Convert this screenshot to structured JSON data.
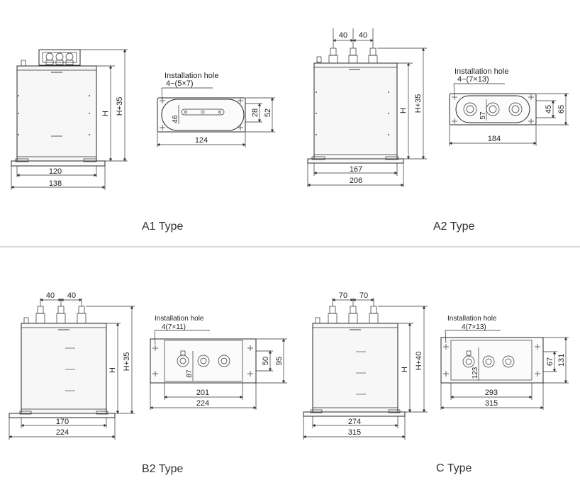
{
  "panels": {
    "a1": {
      "caption": "A1 Type",
      "dim_width_inner": "120",
      "dim_width_outer": "138",
      "dim_height": "H",
      "dim_height_total": "H+35",
      "hole_title": "Installation hole",
      "hole_spec": "4−(5×7)",
      "plate_length": "124",
      "plate_slot": "46",
      "plate_h1": "28",
      "plate_h2": "52"
    },
    "a2": {
      "caption": "A2 Type",
      "pitch1": "40",
      "pitch2": "40",
      "dim_width_inner": "167",
      "dim_width_outer": "206",
      "dim_height": "H",
      "dim_height_total": "H+35",
      "hole_title": "Installation hole",
      "hole_spec": "4−(7×13)",
      "plate_length": "184",
      "plate_inner": "57",
      "plate_h1": "45",
      "plate_h2": "65"
    },
    "b2": {
      "caption": "B2 Type",
      "pitch1": "40",
      "pitch2": "40",
      "dim_width_inner": "170",
      "dim_width_outer": "224",
      "dim_height": "H",
      "dim_height_total": "H+35",
      "hole_title": "Installation hole",
      "hole_spec": "4(7×11)",
      "plate_inner_w": "201",
      "plate_outer_w": "224",
      "plate_inner": "87",
      "plate_h1": "50",
      "plate_h2": "95"
    },
    "c": {
      "caption": "C Type",
      "pitch1": "70",
      "pitch2": "70",
      "dim_width_inner": "274",
      "dim_width_outer": "315",
      "dim_height": "H",
      "dim_height_total": "H+40",
      "hole_title": "Installation hole",
      "hole_spec": "4(7×13)",
      "plate_inner_w": "293",
      "plate_outer_w": "315",
      "plate_inner": "123",
      "plate_h1": "67",
      "plate_h2": "131"
    }
  }
}
